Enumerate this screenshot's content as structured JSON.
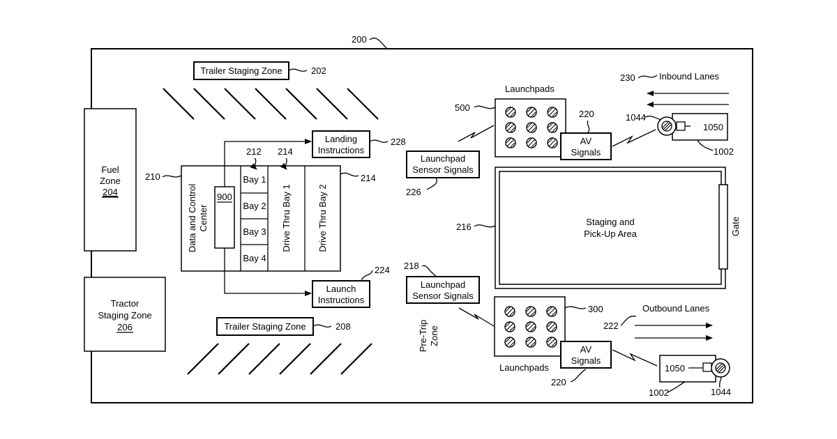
{
  "refs": {
    "r200": "200",
    "r202": "202",
    "r204": "204",
    "r206": "206",
    "r208": "208",
    "r210": "210",
    "r212": "212",
    "r214a": "214",
    "r214b": "214",
    "r216": "216",
    "r218": "218",
    "r220a": "220",
    "r220b": "220",
    "r222": "222",
    "r224": "224",
    "r226": "226",
    "r228": "228",
    "r230": "230",
    "r300": "300",
    "r500": "500",
    "r900": "900",
    "r1002a": "1002",
    "r1002b": "1002",
    "r1044a": "1044",
    "r1044b": "1044",
    "r1050a": "1050",
    "r1050b": "1050"
  },
  "labels": {
    "trailer_staging_top": "Trailer Staging Zone",
    "trailer_staging_bottom": "Trailer Staging Zone",
    "fuel_zone_1": "Fuel",
    "fuel_zone_2": "Zone",
    "tractor_1": "Tractor",
    "tractor_2": "Staging Zone",
    "dcc": "Data and Control Center",
    "dcc_line1": "Data and Control",
    "dcc_line2": "Center",
    "bay1": "Bay 1",
    "bay2": "Bay 2",
    "bay3": "Bay 3",
    "bay4": "Bay 4",
    "drive_thru_1": "Drive Thru Bay 1",
    "drive_thru_2": "Drive Thru Bay 2",
    "landing_1": "Landing",
    "landing_2": "Instructions",
    "launch_1": "Launch",
    "launch_2": "Instructions",
    "launchpads_top": "Launchpads",
    "launchpads_bottom": "Launchpads",
    "av_signals_top_1": "AV",
    "av_signals_top_2": "Signals",
    "av_signals_bottom_1": "AV",
    "av_signals_bottom_2": "Signals",
    "lp_sensor_top_1": "Launchpad",
    "lp_sensor_top_2": "Sensor Signals",
    "lp_sensor_bottom_1": "Launchpad",
    "lp_sensor_bottom_2": "Sensor Signals",
    "staging_1": "Staging and",
    "staging_2": "Pick-Up Area",
    "gate": "Gate",
    "inbound": "Inbound Lanes",
    "outbound": "Outbound Lanes",
    "pretrip_1": "Pre-Trip",
    "pretrip_2": "Zone"
  }
}
